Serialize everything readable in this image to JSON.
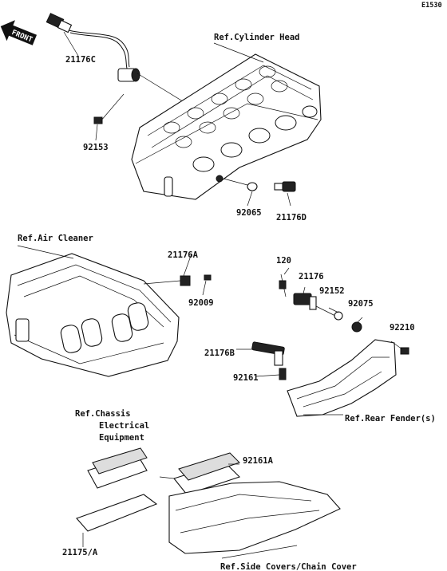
{
  "diagram": {
    "code": "E1530",
    "front_label": "FRONT",
    "labels": {
      "ref_cylinder_head": "Ref.Cylinder Head",
      "p21176C": "21176C",
      "p92153": "92153",
      "p92065": "92065",
      "p21176D": "21176D",
      "ref_air_cleaner": "Ref.Air Cleaner",
      "p21176A": "21176A",
      "p92009": "92009",
      "p120": "120",
      "p21176": "21176",
      "p92152": "92152",
      "p92075": "92075",
      "p92210": "92210",
      "p21176B": "21176B",
      "p92161": "92161",
      "ref_rear_fender": "Ref.Rear Fender(s)",
      "ref_chassis_line1": "Ref.Chassis",
      "ref_chassis_line2": "Electrical",
      "ref_chassis_line3": "Equipment",
      "p92161A": "92161A",
      "p21175A": "21175/A",
      "ref_side_covers": "Ref.Side Covers/Chain Cover"
    }
  }
}
